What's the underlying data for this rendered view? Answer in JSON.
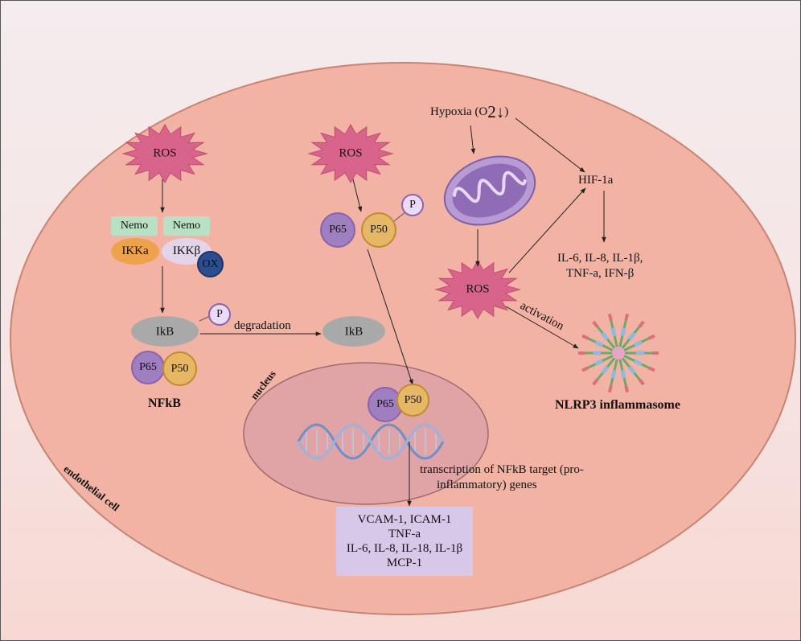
{
  "labels": {
    "hypoxia_prefix": "Hypoxia (O",
    "hypoxia_sub": "2",
    "hypoxia_arrow": "↓",
    "hypoxia_suffix": ")",
    "hif": "HIF-1a",
    "cytokines_line1": "IL-6, IL-8, IL-1β,",
    "cytokines_line2": "TNF-a, IFN-β",
    "ros": "ROS",
    "activation": "activation",
    "nlrp3": "NLRP3 inflammasome",
    "nemo": "Nemo",
    "ikka": "IKKa",
    "ikkb": "IKKβ",
    "ox": "OX",
    "ikb": "IkB",
    "p": "P",
    "p65": "P65",
    "p50": "P50",
    "degradation": "degradation",
    "nfkb": "NFkB",
    "nucleus": "nucleus",
    "endothelial": "endothelial cell",
    "transcription_line1": "transcription of NFkB target (pro-",
    "transcription_line2": "inflammatory) genes"
  },
  "genes": [
    "VCAM-1, ICAM-1",
    "TNF-a",
    "IL-6, IL-8, IL-18, IL-1β",
    "MCP-1"
  ],
  "colors": {
    "cell": "#f2b3a4",
    "cell_border": "#c88472",
    "nucleus": "#e0a3a6",
    "nucleus_border": "#9e6a6d",
    "ros": "#d9648b",
    "nemo": "#b9dfc4",
    "ikka": "#eea24b",
    "ikkb": "#e4d4ea",
    "ox": "#2c4d8f",
    "ikb": "#a9a9a9",
    "mitochondrion": "#9d7fbf",
    "gene_box": "#d7c7e8"
  }
}
